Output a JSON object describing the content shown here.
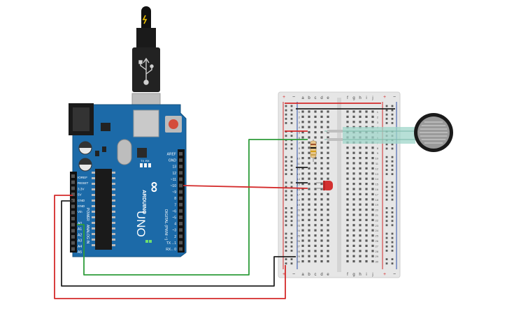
{
  "arduino": {
    "logo_symbol": "∞",
    "brand": "ARDUINO",
    "model": "UNO",
    "top_header_labels": [
      "AREF",
      "GND",
      "13",
      "12",
      "~11",
      "~10",
      "~9",
      "8",
      "7",
      "~6",
      "~5",
      "4",
      "~3",
      "2",
      "TX→1",
      "RX←0"
    ],
    "digital_label": "DIGITAL (PWM ~)",
    "power_labels": [
      "IOREF",
      "RESET",
      "3.3V",
      "5V",
      "GND",
      "GND",
      "Vin"
    ],
    "power_title": "POWER",
    "analog_labels": [
      "A0",
      "A1",
      "A2",
      "A3",
      "A4",
      "A5"
    ],
    "analog_title": "ANALOG IN",
    "led_labels": [
      "TX",
      "RX",
      "L",
      "ON"
    ]
  },
  "usb": {
    "icon": "usb-icon",
    "bolt_icon": "lightning-bolt-icon"
  },
  "breadboard": {
    "column_letters_left": [
      "a",
      "b",
      "c",
      "d",
      "e"
    ],
    "column_letters_right": [
      "f",
      "g",
      "h",
      "i",
      "j"
    ],
    "rail_plus": "+",
    "rail_minus": "−",
    "row_numbers": [
      "1",
      "2",
      "3",
      "4",
      "5",
      "6",
      "7",
      "8",
      "9",
      "10",
      "11",
      "12",
      "13",
      "14",
      "15",
      "16",
      "17",
      "18",
      "19",
      "20",
      "21",
      "22",
      "23",
      "24",
      "25",
      "26",
      "27",
      "28",
      "29",
      "30"
    ]
  },
  "colors": {
    "board_blue": "#1c6aa8",
    "wire_red": "#d42a2a",
    "wire_green": "#2e9c3a",
    "wire_black": "#222222",
    "breadboard": "#e6e6e6",
    "rail_red": "#d42a2a",
    "rail_blue": "#2a4fa8",
    "led_red": "#d33030",
    "sensor_teal": "#9fd6c9"
  }
}
